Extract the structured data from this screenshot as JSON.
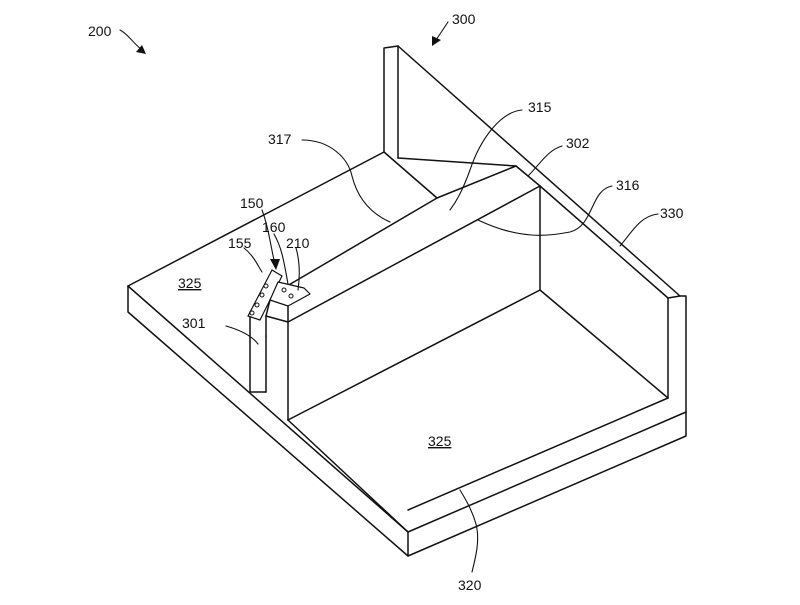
{
  "labels": {
    "fig": "200",
    "assembly": "300",
    "divider": "315",
    "wall_top": "302",
    "edge_left": "317",
    "edge_right": "316",
    "side_wall": "330",
    "component": "150",
    "bracket_a": "160",
    "bracket_b": "210",
    "plate": "155",
    "surface_upper": "325",
    "surface_lower": "325",
    "post": "301",
    "base": "320"
  }
}
